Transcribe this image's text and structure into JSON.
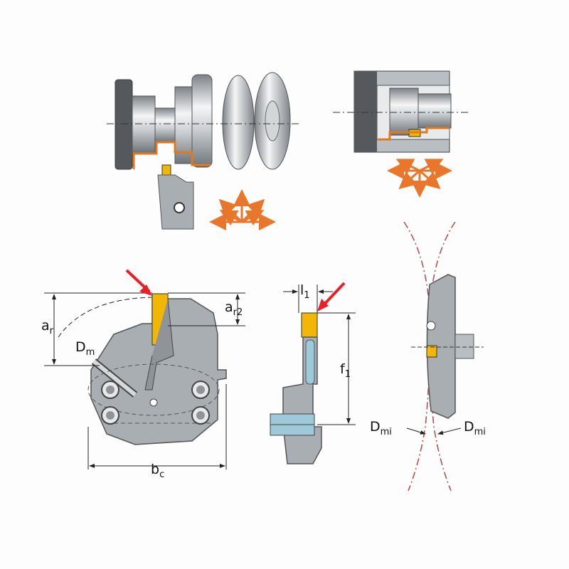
{
  "labels": {
    "a_r": "a",
    "a_r_sub": "r",
    "a_r2": "a",
    "a_r2_sub": "r2",
    "d_m": "D",
    "d_m_sub": "m",
    "b_c": "b",
    "b_c_sub": "c",
    "l_1": "l",
    "l_1_sub": "1",
    "f_1": "f",
    "f_1_sub": "1",
    "d_mi_left": "D",
    "d_mi_left_sub": "mi",
    "d_mi_right": "D",
    "d_mi_right_sub": "mi"
  },
  "colors": {
    "insert": "#f2b705",
    "chip_path": "#e07a1f",
    "arrow_orange": "#e8762b",
    "pointer_red": "#e8202a",
    "body_gray": "#a9aeb3",
    "dim_line": "#222222",
    "dash_red": "#b04848"
  }
}
